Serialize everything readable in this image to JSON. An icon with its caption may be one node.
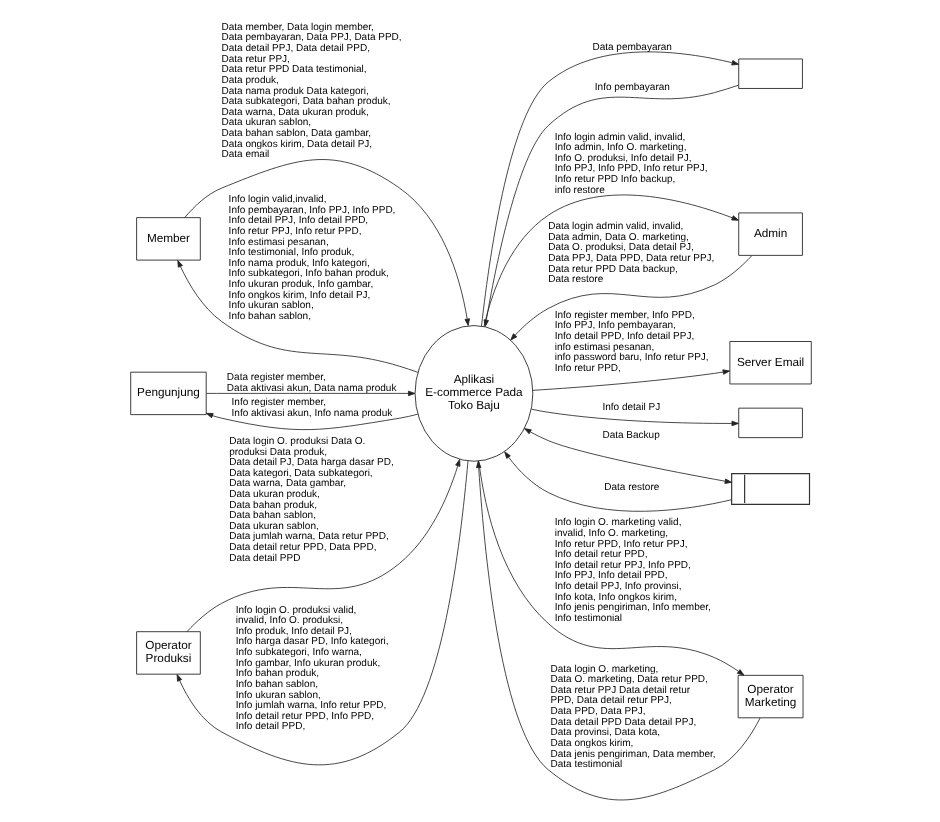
{
  "diagram": {
    "nodes": [
      {
        "text": [
          "Member"
        ]
      },
      {
        "text": [
          "Pengunjung"
        ]
      },
      {
        "text": [],
        "shape": "box"
      },
      {
        "text": [
          "Server Email"
        ]
      },
      {
        "text": [],
        "shape": "box"
      },
      {
        "text": [
          "Admin"
        ]
      },
      {
        "text": [
          "Aplikasi E-commerce Pada Toko Baju"
        ]
      },
      {
        "text": [],
        "shape": "box"
      },
      {
        "text": [
          "Operator Produksi"
        ]
      },
      {
        "text": [
          "Operator Marketing"
        ]
      }
    ],
    "edges": [
      {
        "from": 0,
        "to": 6,
        "arrow": "to",
        "label": "Data member, Data login member, Data pembayaran, Data PPJ, Data PPD, Data detail PPJ, Data detail PPD, Data retur PPJ, Data retur PPD Data testimonial, Data produk, Data nama produk Data kategori, Data subkategori, Data bahan produk, Data warna, Data ukuran produk, Data ukuran sablon, Data bahan sablon, Data gambar, Data ongkos kirim, Data detail PJ, Data email"
      },
      {
        "from": 6,
        "to": 0,
        "arrow": "to",
        "label": "Info login valid,invalid, Info pembayaran, Info PPJ, Info PPD, Info detail PPJ, Info detail PPD, Info retur PPJ, Info retur PPD, Info estimasi pesanan, Info testimonial, Info produk, Info nama produk, Info kategori, Info subkategori, Info bahan produk, Info ukuran produk, Info gambar, Info ongkos kirim, Info detail PJ, Info ukuran sablon, Info bahan sablon,"
      },
      {
        "from": 6,
        "to": 1,
        "arrow": "to",
        "label": "Info register member, Info aktivasi akun, Info nama produk"
      },
      {
        "from": 1,
        "to": 6,
        "arrow": "to",
        "label": "Data register member, Data aktivasi akun, Data nama produk"
      },
      {
        "from": 6,
        "to": 2,
        "arrow": "to",
        "label": "Data pembayaran"
      },
      {
        "from": 2,
        "to": 6,
        "arrow": "to",
        "label": "Info pembayaran"
      },
      {
        "from": 6,
        "to": 3,
        "arrow": "to",
        "label": "Info register member, Info PPD, Info PPJ, Info pembayaran, Info detail PPD, Info detail PPJ, info estimasi pesanan, info password baru, Info retur PPJ, Info retur PPD,"
      },
      {
        "from": 6,
        "to": 4,
        "arrow": "to",
        "label": "Info detail PJ"
      },
      {
        "from": 6,
        "to": 5,
        "arrow": "to",
        "label": "Info login admin valid, invalid, Info admin, Info O. marketing, Info O. produksi, Info detail PJ, Info PPJ, Info PPD, Info retur PPJ, Info retur PPD Info backup, info restore"
      },
      {
        "from": 5,
        "to": 6,
        "arrow": "to",
        "label": "Data login admin valid, invalid, Data admin, Data O. marketing, Data O. produksi, Data detail PJ, Data PPJ, Data PPD, Data retur PPJ, Data retur PPD Data backup, Data restore"
      },
      {
        "from": 6,
        "to": 7,
        "arrow": "both",
        "label": "Data Backup"
      },
      {
        "from": 7,
        "to": 6,
        "arrow": "to",
        "label": "Data restore"
      },
      {
        "from": 6,
        "to": 8,
        "arrow": "to",
        "label": "Info login O. produksi valid, invalid, Info O. produksi, Info produk, Info detail PJ, Info harga dasar PD, Info kategori, Info subkategori, Info warna, Info gambar, Info ukuran produk, Info bahan produk, Info bahan sablon, Info ukuran sablon, Info jumlah warna, Info retur PPD, Info detail retur PPD, Info PPD, Info detail PPD,"
      },
      {
        "from": 8,
        "to": 6,
        "arrow": "to",
        "label": "Data login O. produksi Data O. produksi Data produk, Data detail PJ, Data harga dasar PD, Data kategori, Data subkategori, Data warna, Data gambar, Data ukuran produk, Data bahan produk, Data bahan sablon, Data ukuran sablon, Data jumlah warna, Data retur PPD, Data detail retur PPD, Data PPD, Data detail PPD"
      },
      {
        "from": 6,
        "to": 9,
        "arrow": "to",
        "label": "Info login O. marketing valid, invalid, Info O. marketing, Info retur PPD, Info retur PPJ, Info detail retur PPD, Info detail retur PPJ, Info PPD, Info PPJ, Info detail PPD, Info detail PPJ, Info provinsi, Info kota, Info ongkos kirim, Info jenis pengiriman, Info member, Info testimonial"
      },
      {
        "from": 9,
        "to": 6,
        "arrow": "to",
        "label": "Data login O. marketing, Data O. marketing, Data retur PPD, Data retur PPJ Data detail retur PPD, Data detail retur PPJ, Data PPD, Data PPJ, Data detail PPD Data detail PPJ, Data provinsi, Data kota, Data ongkos kirim, Data jenis pengiriman, Data member, Data testimonial"
      }
    ]
  }
}
